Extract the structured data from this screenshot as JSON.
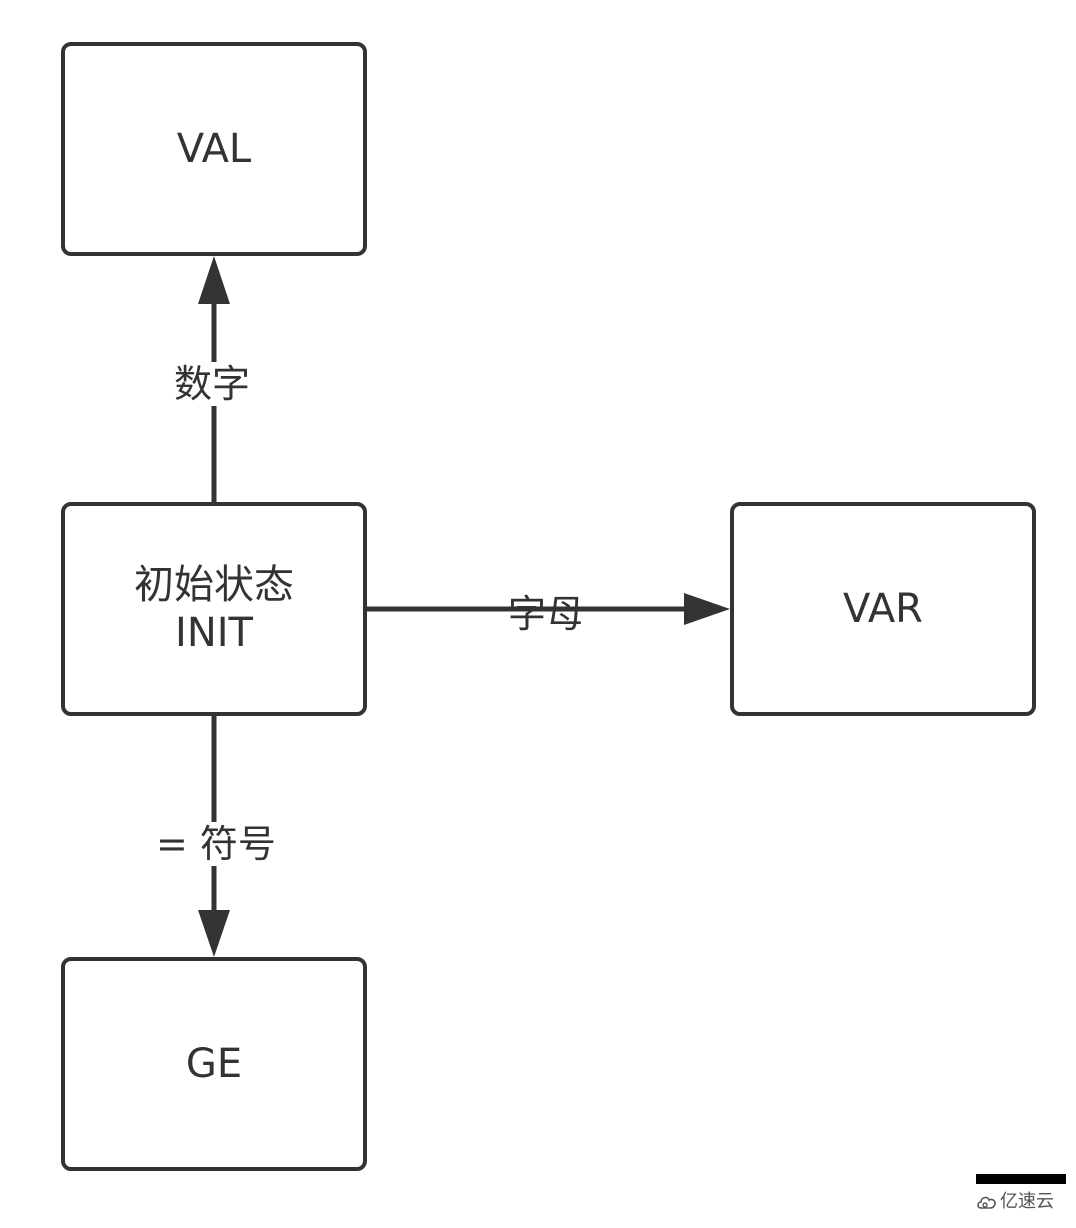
{
  "nodes": {
    "val": {
      "line1": "VAL"
    },
    "init": {
      "line1": "初始状态",
      "line2": "INIT"
    },
    "var": {
      "line1": "VAR"
    },
    "ge": {
      "line1": "GE"
    }
  },
  "edges": {
    "init_to_val": {
      "label": "数字"
    },
    "init_to_var": {
      "label": "字母"
    },
    "init_to_ge": {
      "label": "= 符号"
    }
  },
  "watermark": {
    "text": "亿速云",
    "icon": "cloud-logo-icon"
  },
  "colors": {
    "stroke": "#333333",
    "background": "#ffffff"
  }
}
